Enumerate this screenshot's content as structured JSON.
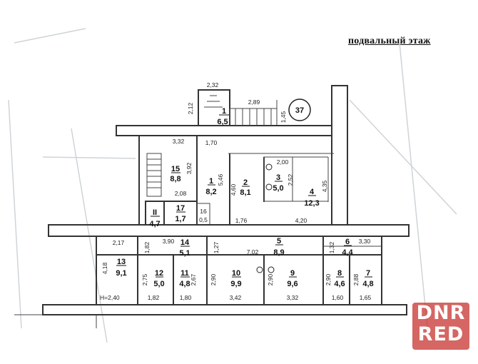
{
  "title": "подвальный этаж",
  "building_number": "37",
  "height_label": "H=2,40",
  "watermark": [
    "DNR",
    "RED"
  ],
  "rooms": [
    {
      "id": "1",
      "area": "6,5"
    },
    {
      "id": "15",
      "area": "8,8"
    },
    {
      "id": "1",
      "area": "8,2"
    },
    {
      "id": "2",
      "area": "8,1"
    },
    {
      "id": "3",
      "area": "5,0"
    },
    {
      "id": "4",
      "area": "12,3"
    },
    {
      "id": "17",
      "area": "1,7"
    },
    {
      "id": "16",
      "area": "0,5"
    },
    {
      "id": "II",
      "area": "4,7"
    },
    {
      "id": "14",
      "area": "5,1"
    },
    {
      "id": "5",
      "area": "8,9"
    },
    {
      "id": "6",
      "area": "4,4"
    },
    {
      "id": "13",
      "area": "9,1"
    },
    {
      "id": "12",
      "area": "5,0"
    },
    {
      "id": "11",
      "area": "4,8"
    },
    {
      "id": "10",
      "area": "9,9"
    },
    {
      "id": "9",
      "area": "9,6"
    },
    {
      "id": "8",
      "area": "4,6"
    },
    {
      "id": "7",
      "area": "4,8"
    }
  ],
  "dimensions": [
    "2,32",
    "2,12",
    "2,89",
    "1,45",
    "3,32",
    "1,70",
    "3,92",
    "5,46",
    "2,00",
    "2,52",
    "4,60",
    "4,35",
    "2,08",
    "1,76",
    "4,20",
    "2,17",
    "1,82",
    "3,90",
    "1,27",
    "7,02",
    "1,32",
    "3,30",
    "4,18",
    "2,75",
    "2,67",
    "2,90",
    "2,90",
    "2,90",
    "2,88",
    "1,82",
    "1,80",
    "3,42",
    "3,32",
    "1,60",
    "1,65"
  ]
}
